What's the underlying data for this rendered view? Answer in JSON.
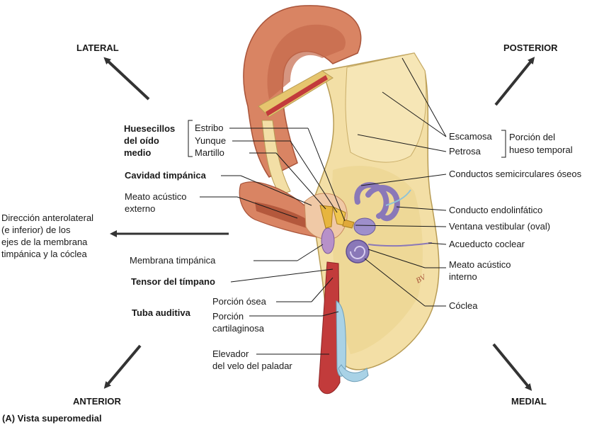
{
  "orientation": {
    "lateral": "LATERAL",
    "posterior": "POSTERIOR",
    "anterior": "ANTERIOR",
    "medial": "MEDIAL"
  },
  "caption": "(A) Vista superomedial",
  "signature": "BV",
  "labels": {
    "huesecillos_1": "Huesecillos",
    "huesecillos_2": "del oído",
    "huesecillos_3": "medio",
    "estribo": "Estribo",
    "yunque": "Yunque",
    "martillo": "Martillo",
    "cavidad_timpanica": "Cavidad timpánica",
    "meato_externo_1": "Meato acústico",
    "meato_externo_2": "externo",
    "direccion_1": "Dirección anterolateral",
    "direccion_2": "(e inferior) de los",
    "direccion_3": "ejes de la membrana",
    "direccion_4": "timpánica y la cóclea",
    "membrana_timpanica": "Membrana timpánica",
    "tensor_timpano": "Tensor del tímpano",
    "porcion_osea": "Porción ósea",
    "tuba_auditiva": "Tuba auditiva",
    "porcion_cart_1": "Porción",
    "porcion_cart_2": "cartilaginosa",
    "elevador_1": "Elevador",
    "elevador_2": "del velo del paladar",
    "escamosa": "Escamosa",
    "petrosa": "Petrosa",
    "porcion_hueso_1": "Porción del",
    "porcion_hueso_2": "hueso temporal",
    "conductos_semicirculares": "Conductos semicirculares óseos",
    "conducto_endolinfatico": "Conducto endolinfático",
    "ventana_vestibular": "Ventana vestibular (oval)",
    "acueducto_coclear": "Acueducto coclear",
    "meato_interno_1": "Meato acústico",
    "meato_interno_2": "interno",
    "coclea": "Cóclea"
  },
  "colors": {
    "bone": "#f3dfa6",
    "bone_shadow": "#d9bf77",
    "auricle": "#d98463",
    "auricle_dark": "#b4583c",
    "muscle": "#c23b3b",
    "labyrinth": "#8a78b8",
    "tube_blue": "#a9d2e6",
    "ossicle": "#e7b53e",
    "leader": "#1a1a1a"
  }
}
